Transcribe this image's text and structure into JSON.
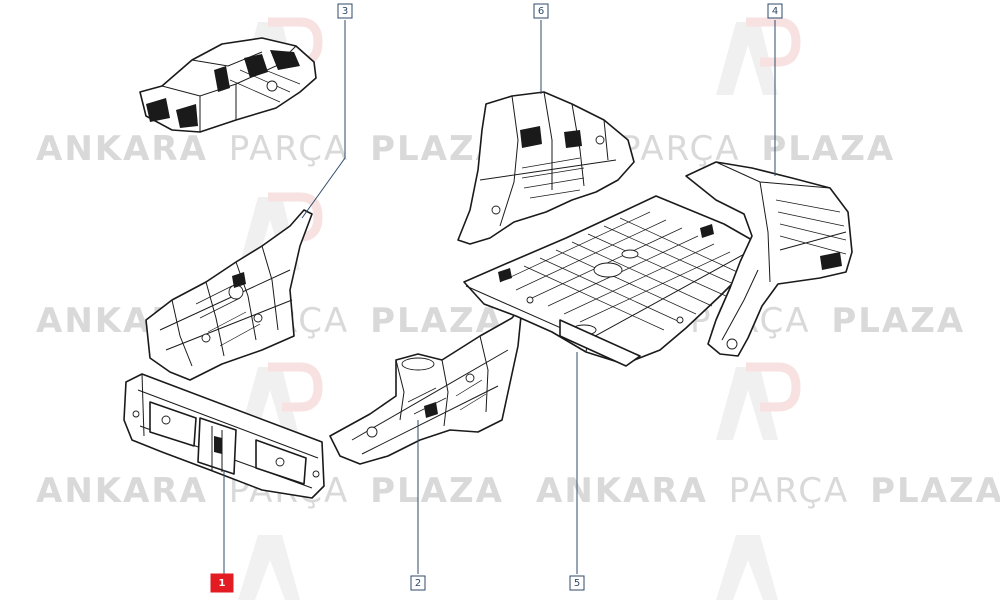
{
  "watermark": {
    "brand_bold_1": "ANKARA",
    "brand_light": "PARÇA",
    "brand_bold_2": "PLAZA",
    "logo_mark": "AP"
  },
  "callouts": [
    {
      "id": "1",
      "label": "1",
      "active": true
    },
    {
      "id": "2",
      "label": "2",
      "active": false
    },
    {
      "id": "3",
      "label": "3",
      "active": false
    },
    {
      "id": "4",
      "label": "4",
      "active": false
    },
    {
      "id": "5",
      "label": "5",
      "active": false
    },
    {
      "id": "6",
      "label": "6",
      "active": false
    }
  ],
  "colors": {
    "callout_stroke": "#2f4a6a",
    "callout_active": "#e31b23",
    "watermark": "#d9d9d9",
    "line_art": "#1a1a1a"
  }
}
